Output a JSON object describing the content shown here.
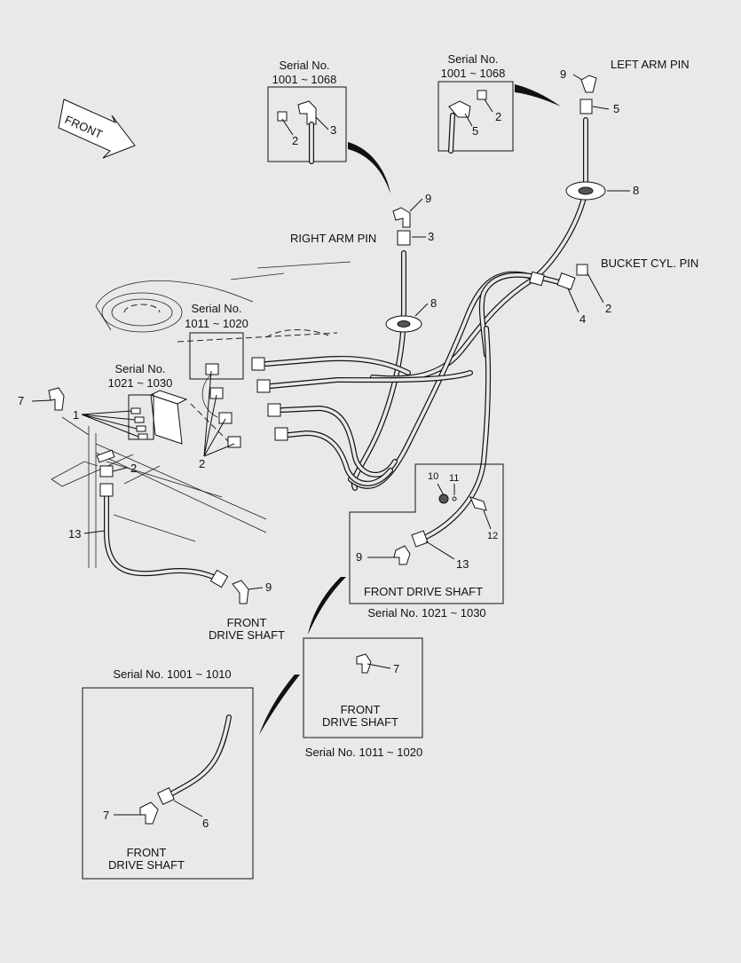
{
  "front_arrow": {
    "label": "FRONT"
  },
  "boxes": {
    "serial_right_arm": {
      "line1": "Serial No.",
      "line2": "1001 ~ 1068"
    },
    "serial_left_arm": {
      "line1": "Serial No.",
      "line2": "1001 ~ 1068"
    },
    "serial_1011_top": {
      "line1": "Serial No.",
      "line2": "1011 ~ 1020"
    },
    "serial_1021_top": {
      "line1": "Serial No.",
      "line2": "1021 ~ 1030"
    },
    "front_drive_1021": {
      "text": "FRONT DRIVE SHAFT",
      "caption": "Serial No. 1021 ~ 1030"
    },
    "front_drive_1011": {
      "line1": "FRONT",
      "line2": "DRIVE SHAFT",
      "caption": "Serial No. 1011 ~ 1020"
    },
    "front_drive_1001": {
      "title": "Serial No. 1001 ~ 1010",
      "line1": "FRONT",
      "line2": "DRIVE SHAFT"
    }
  },
  "labels": {
    "left_arm_pin": "LEFT ARM PIN",
    "right_arm_pin": "RIGHT ARM PIN",
    "bucket_cyl_pin": "BUCKET CYL. PIN",
    "front_drive_main_1": "FRONT",
    "front_drive_main_2": "DRIVE SHAFT"
  },
  "callouts": {
    "n1": "1",
    "n2": "2",
    "n3": "3",
    "n4": "4",
    "n5": "5",
    "n6": "6",
    "n7": "7",
    "n8": "8",
    "n9": "9",
    "n10": "10",
    "n11": "11",
    "n12": "12",
    "n13": "13"
  }
}
